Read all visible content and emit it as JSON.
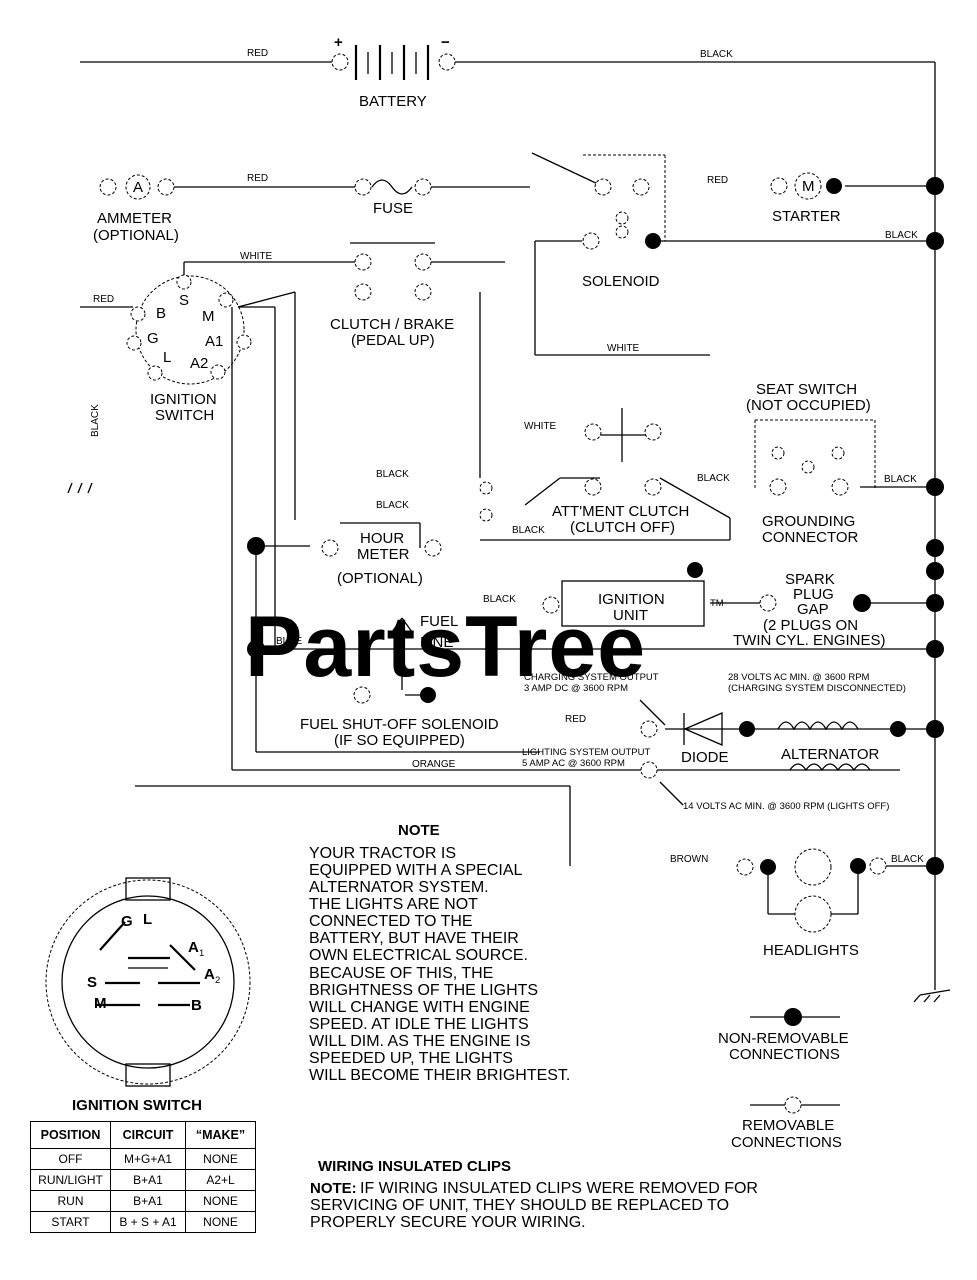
{
  "components": {
    "battery": "BATTERY",
    "battery_plus": "+",
    "battery_minus": "−",
    "ammeter": [
      "AMMETER",
      "(OPTIONAL)"
    ],
    "ammeter_symbol": "A",
    "fuse": "FUSE",
    "solenoid": "SOLENOID",
    "starter": "STARTER",
    "starter_symbol": "M",
    "ignition_switch": [
      "IGNITION",
      "SWITCH"
    ],
    "ignition_terminals": [
      "S",
      "B",
      "M",
      "G",
      "A1",
      "L",
      "A2"
    ],
    "clutch_brake": [
      "CLUTCH / BRAKE",
      "(PEDAL UP)"
    ],
    "seat_switch": [
      "SEAT SWITCH",
      "(NOT OCCUPIED)"
    ],
    "attachment_clutch": [
      "ATT'MENT CLUTCH",
      "(CLUTCH OFF)"
    ],
    "grounding_connector": [
      "GROUNDING",
      "CONNECTOR"
    ],
    "hour_meter": [
      "HOUR",
      "METER",
      "(OPTIONAL)"
    ],
    "ignition_unit": [
      "IGNITION",
      "UNIT"
    ],
    "spark_plug_gap": [
      "SPARK",
      "PLUG",
      "GAP",
      "(2 PLUGS ON",
      "TWIN CYL. ENGINES)"
    ],
    "fuel_line": [
      "FUEL",
      "LINE"
    ],
    "fuel_solenoid": [
      "FUEL SHUT-OFF SOLENOID",
      "(IF SO EQUIPPED)"
    ],
    "charging_output": [
      "CHARGING SYSTEM OUTPUT",
      "3 AMP DC @ 3600 RPM"
    ],
    "charging_volts": [
      "28 VOLTS AC MIN. @ 3600 RPM",
      "(CHARGING SYSTEM DISCONNECTED)"
    ],
    "diode": "DIODE",
    "alternator": "ALTERNATOR",
    "lighting_output": [
      "LIGHTING SYSTEM OUTPUT",
      "5 AMP AC @ 3600 RPM"
    ],
    "lights_volts": "14 VOLTS AC MIN. @ 3600 RPM (LIGHTS OFF)",
    "headlights": "HEADLIGHTS"
  },
  "wires": {
    "red": "RED",
    "black": "BLACK",
    "white": "WHITE",
    "blue": "BLUE",
    "orange": "ORANGE",
    "brown": "BROWN"
  },
  "note": {
    "title": "NOTE",
    "lines": [
      "YOUR TRACTOR IS",
      "EQUIPPED WITH A SPECIAL",
      "ALTERNATOR SYSTEM.",
      "THE LIGHTS ARE NOT",
      "CONNECTED TO THE",
      "BATTERY, BUT HAVE THEIR",
      "OWN ELECTRICAL SOURCE.",
      "BECAUSE OF THIS, THE",
      "BRIGHTNESS OF THE LIGHTS",
      "WILL CHANGE WITH ENGINE",
      "SPEED.  AT IDLE THE LIGHTS",
      "WILL DIM.  AS THE ENGINE IS",
      "SPEEDED UP, THE LIGHTS",
      "WILL BECOME THEIR BRIGHTEST."
    ]
  },
  "legend": {
    "non_removable": [
      "NON-REMOVABLE",
      "CONNECTIONS"
    ],
    "removable": [
      "REMOVABLE",
      "CONNECTIONS"
    ]
  },
  "clips": {
    "title": "WIRING INSULATED CLIPS",
    "note_label": "NOTE:",
    "lines": [
      "IF WIRING INSULATED CLIPS WERE REMOVED FOR",
      "SERVICING OF UNIT, THEY SHOULD BE REPLACED TO",
      "PROPERLY SECURE YOUR WIRING."
    ]
  },
  "switch_face": {
    "title": "IGNITION SWITCH",
    "labels": [
      "G",
      "L",
      "A",
      "1",
      "A",
      "2",
      "S",
      "M",
      "B"
    ]
  },
  "switch_table": {
    "headers": [
      "POSITION",
      "CIRCUIT",
      "“MAKE”"
    ],
    "rows": [
      [
        "OFF",
        "M+G+A1",
        "NONE"
      ],
      [
        "RUN/LIGHT",
        "B+A1",
        "A2+L"
      ],
      [
        "RUN",
        "B+A1",
        "NONE"
      ],
      [
        "START",
        "B + S + A1",
        "NONE"
      ]
    ]
  },
  "watermark": {
    "text": "PartsTree",
    "tm": "TM"
  }
}
